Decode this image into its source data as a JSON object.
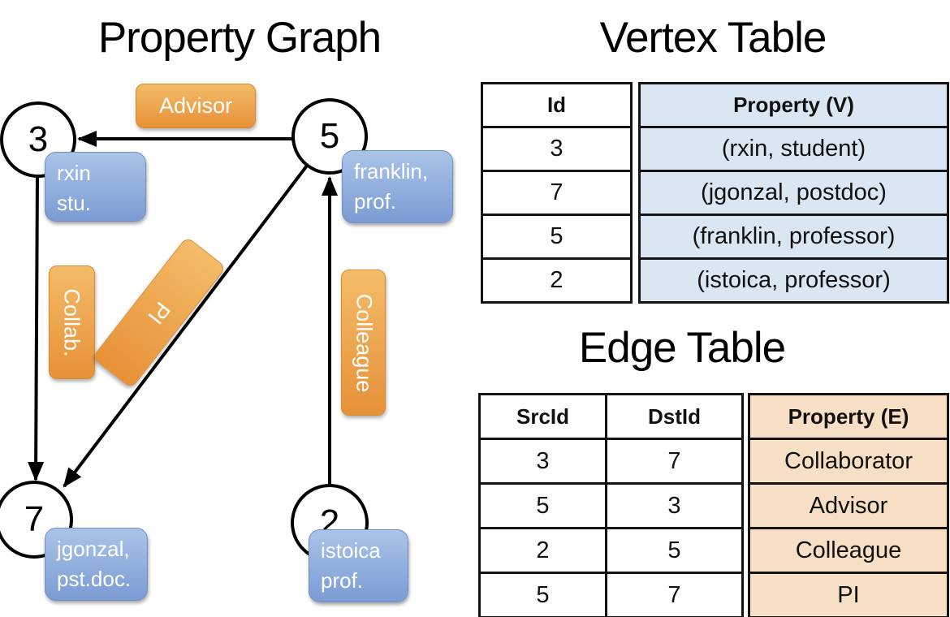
{
  "titles": {
    "property_graph": "Property Graph",
    "vertex_table": "Vertex Table",
    "edge_table": "Edge Table"
  },
  "colors": {
    "vertex_cell_fill": "#dbe6f3",
    "edge_cell_fill": "#f6dfc4",
    "node_label_blue_top": "#aac4e8",
    "node_label_blue_bottom": "#7b9bd3",
    "edge_label_orange_top": "#f4bb68",
    "edge_label_orange_bottom": "#e69138",
    "line_color": "#000000"
  },
  "graph": {
    "nodes": [
      {
        "id": "3",
        "prop_line1": "rxin",
        "prop_line2": "stu."
      },
      {
        "id": "5",
        "prop_line1": "franklin,",
        "prop_line2": "prof."
      },
      {
        "id": "7",
        "prop_line1": "jgonzal,",
        "prop_line2": "pst.doc."
      },
      {
        "id": "2",
        "prop_line1": "istoica",
        "prop_line2": "prof."
      }
    ],
    "edges": [
      {
        "label": "Advisor",
        "src": "5",
        "dst": "3"
      },
      {
        "label": "Collab.",
        "src": "3",
        "dst": "7"
      },
      {
        "label": "PI",
        "src": "5",
        "dst": "7"
      },
      {
        "label": "Colleague",
        "src": "2",
        "dst": "5"
      }
    ]
  },
  "vertex_table": {
    "headers": {
      "id": "Id",
      "property": "Property (V)"
    },
    "rows": [
      {
        "id": "3",
        "property": "(rxin, student)"
      },
      {
        "id": "7",
        "property": "(jgonzal, postdoc)"
      },
      {
        "id": "5",
        "property": "(franklin, professor)"
      },
      {
        "id": "2",
        "property": "(istoica, professor)"
      }
    ]
  },
  "edge_table": {
    "headers": {
      "src": "SrcId",
      "dst": "DstId",
      "property": "Property (E)"
    },
    "rows": [
      {
        "src": "3",
        "dst": "7",
        "property": "Collaborator"
      },
      {
        "src": "5",
        "dst": "3",
        "property": "Advisor"
      },
      {
        "src": "2",
        "dst": "5",
        "property": "Colleague"
      },
      {
        "src": "5",
        "dst": "7",
        "property": "PI"
      }
    ]
  }
}
